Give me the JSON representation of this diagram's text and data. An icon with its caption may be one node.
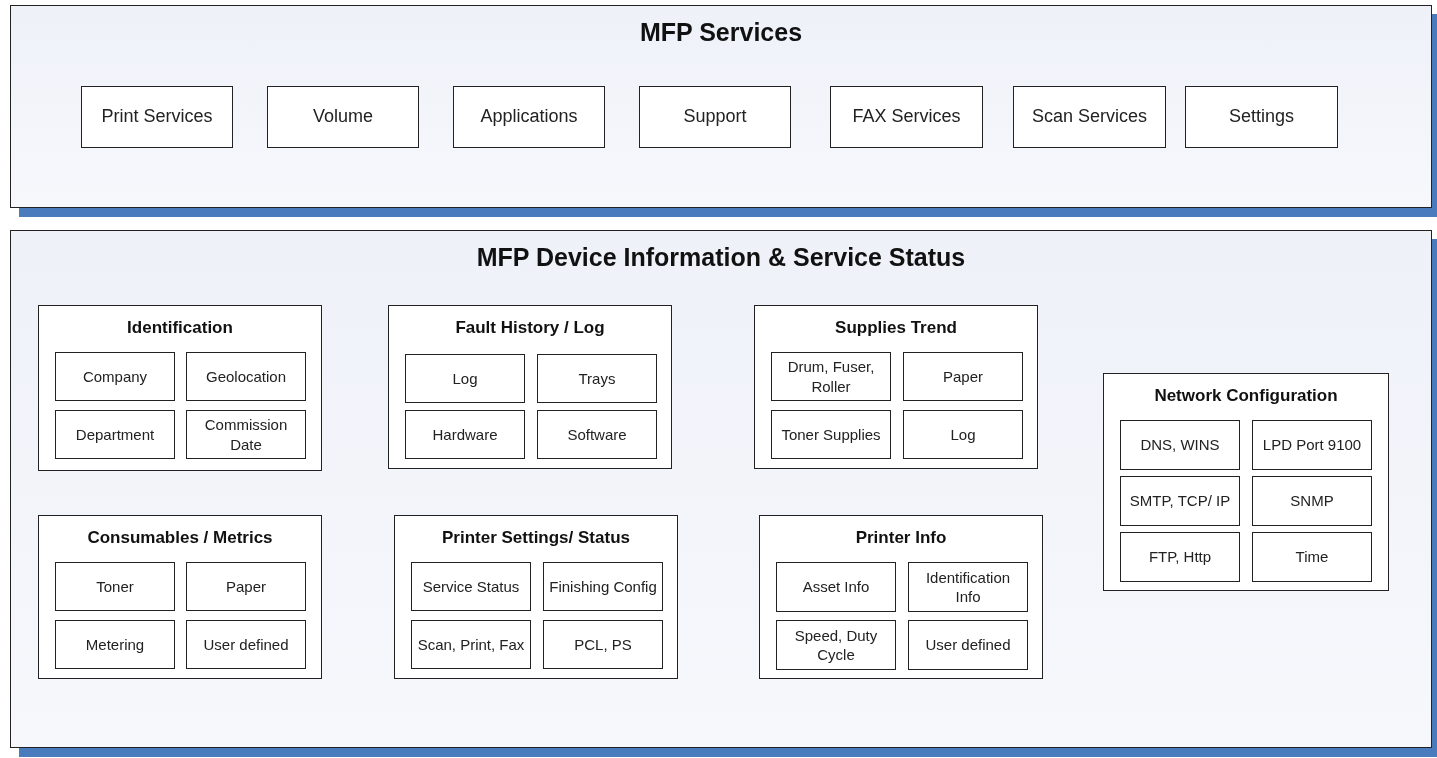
{
  "diagram": {
    "nodes": [
      {
        "text": [
          "MFP Services"
        ]
      },
      {
        "text": [
          "Print Services"
        ],
        "in": 0
      },
      {
        "text": [
          "Volume"
        ],
        "in": 0
      },
      {
        "text": [
          "Applications"
        ],
        "in": 0
      },
      {
        "text": [
          "Support"
        ],
        "in": 0
      },
      {
        "text": [
          "FAX Services"
        ],
        "in": 0
      },
      {
        "text": [
          "Scan Services"
        ],
        "in": 0
      },
      {
        "text": [
          "Settings"
        ],
        "in": 0
      },
      {
        "text": [
          "MFP Device Information & Service Status"
        ]
      },
      {
        "text": [
          "Identification"
        ],
        "in": 8
      },
      {
        "text": [
          "Company"
        ],
        "in": 9
      },
      {
        "text": [
          "Geolocation"
        ],
        "in": 9
      },
      {
        "text": [
          "Department"
        ],
        "in": 9
      },
      {
        "text": [
          "Commission Date"
        ],
        "in": 9
      },
      {
        "text": [
          "Fault History / Log"
        ],
        "in": 8
      },
      {
        "text": [
          "Log"
        ],
        "in": 14
      },
      {
        "text": [
          "Trays"
        ],
        "in": 14
      },
      {
        "text": [
          "Hardware"
        ],
        "in": 14
      },
      {
        "text": [
          "Software"
        ],
        "in": 14
      },
      {
        "text": [
          "Supplies Trend"
        ],
        "in": 8
      },
      {
        "text": [
          "Drum, Fuser, Roller"
        ],
        "in": 19
      },
      {
        "text": [
          "Paper"
        ],
        "in": 19
      },
      {
        "text": [
          "Toner Supplies"
        ],
        "in": 19
      },
      {
        "text": [
          "Log"
        ],
        "in": 19
      },
      {
        "text": [
          "Network Configuration"
        ],
        "in": 8
      },
      {
        "text": [
          "DNS, WINS"
        ],
        "in": 24
      },
      {
        "text": [
          "LPD Port 9100"
        ],
        "in": 24
      },
      {
        "text": [
          "SMTP, TCP/ IP"
        ],
        "in": 24
      },
      {
        "text": [
          "SNMP"
        ],
        "in": 24
      },
      {
        "text": [
          "FTP, Http"
        ],
        "in": 24
      },
      {
        "text": [
          "Time"
        ],
        "in": 24
      },
      {
        "text": [
          "Consumables / Metrics"
        ],
        "in": 8
      },
      {
        "text": [
          "Toner"
        ],
        "in": 31
      },
      {
        "text": [
          "Paper"
        ],
        "in": 31
      },
      {
        "text": [
          "Metering"
        ],
        "in": 31
      },
      {
        "text": [
          "User defined"
        ],
        "in": 31
      },
      {
        "text": [
          "Printer Settings/ Status"
        ],
        "in": 8
      },
      {
        "text": [
          "Service Status"
        ],
        "in": 36
      },
      {
        "text": [
          "Finishing Config"
        ],
        "in": 36
      },
      {
        "text": [
          "Scan, Print, Fax"
        ],
        "in": 36
      },
      {
        "text": [
          "PCL, PS"
        ],
        "in": 36
      },
      {
        "text": [
          "Printer Info"
        ],
        "in": 8
      },
      {
        "text": [
          "Asset Info"
        ],
        "in": 41
      },
      {
        "text": [
          "Identification Info"
        ],
        "in": 41
      },
      {
        "text": [
          "Speed, Duty Cycle"
        ],
        "in": 41
      },
      {
        "text": [
          "User defined"
        ],
        "in": 41
      }
    ]
  }
}
